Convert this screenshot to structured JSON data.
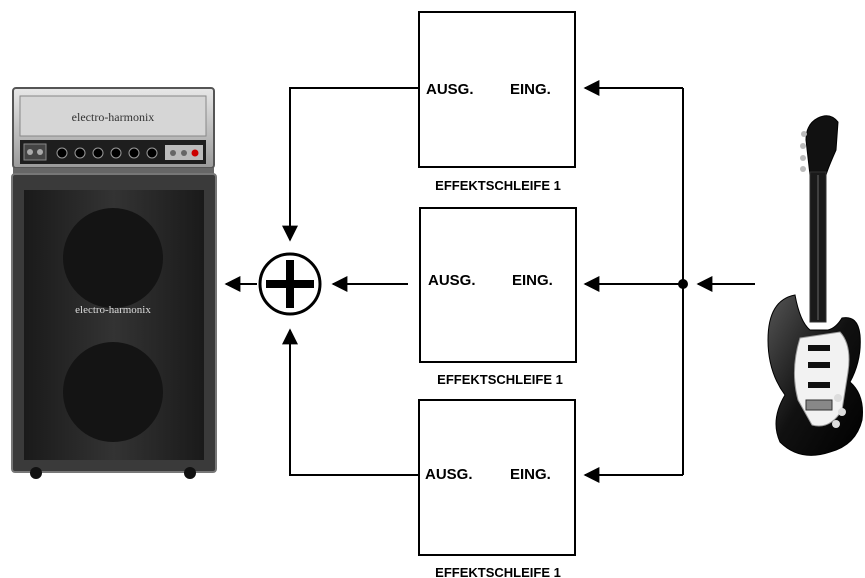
{
  "amp": {
    "head_brand": "electro-harmonix",
    "cab_brand": "electro-harmonix"
  },
  "loops": [
    {
      "out_label": "AUSG.",
      "in_label": "EING.",
      "caption": "EFFEKTSCHLEIFE 1"
    },
    {
      "out_label": "AUSG.",
      "in_label": "EING.",
      "caption": "EFFEKTSCHLEIFE 1"
    },
    {
      "out_label": "AUSG.",
      "in_label": "EING.",
      "caption": "EFFEKTSCHLEIFE 1"
    }
  ],
  "mixer": {
    "symbol": "summing-junction"
  },
  "colors": {
    "line": "#000000",
    "cabinet": "#2a2a2a",
    "chrome": "#c8c8c8"
  }
}
